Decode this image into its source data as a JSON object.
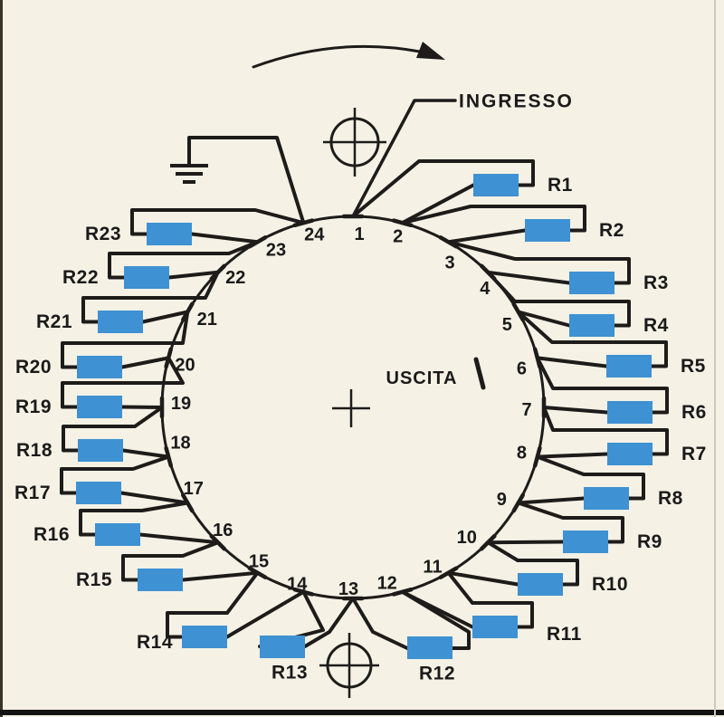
{
  "diagram": {
    "type": "rotary-switch-attenuator-schematic",
    "rotation_direction": "clockwise",
    "input_label": "INGRESSO",
    "output_label": "USCITA",
    "input_contact": "1",
    "grounded_contact": "24",
    "contacts": [
      "1",
      "2",
      "3",
      "4",
      "5",
      "6",
      "7",
      "8",
      "9",
      "10",
      "11",
      "12",
      "13",
      "14",
      "15",
      "16",
      "17",
      "18",
      "19",
      "20",
      "21",
      "22",
      "23",
      "24"
    ],
    "resistors": [
      {
        "label": "R1",
        "from_contact": "1",
        "to_contact": "2"
      },
      {
        "label": "R2",
        "from_contact": "2",
        "to_contact": "3"
      },
      {
        "label": "R3",
        "from_contact": "3",
        "to_contact": "4"
      },
      {
        "label": "R4",
        "from_contact": "4",
        "to_contact": "5"
      },
      {
        "label": "R5",
        "from_contact": "5",
        "to_contact": "6"
      },
      {
        "label": "R6",
        "from_contact": "6",
        "to_contact": "7"
      },
      {
        "label": "R7",
        "from_contact": "7",
        "to_contact": "8"
      },
      {
        "label": "R8",
        "from_contact": "8",
        "to_contact": "9"
      },
      {
        "label": "R9",
        "from_contact": "9",
        "to_contact": "10"
      },
      {
        "label": "R10",
        "from_contact": "10",
        "to_contact": "11"
      },
      {
        "label": "R11",
        "from_contact": "11",
        "to_contact": "12"
      },
      {
        "label": "R12",
        "from_contact": "12",
        "to_contact": "13"
      },
      {
        "label": "R13",
        "from_contact": "13",
        "to_contact": "14"
      },
      {
        "label": "R14",
        "from_contact": "14",
        "to_contact": "15"
      },
      {
        "label": "R15",
        "from_contact": "15",
        "to_contact": "16"
      },
      {
        "label": "R16",
        "from_contact": "16",
        "to_contact": "17"
      },
      {
        "label": "R17",
        "from_contact": "17",
        "to_contact": "18"
      },
      {
        "label": "R18",
        "from_contact": "18",
        "to_contact": "19"
      },
      {
        "label": "R19",
        "from_contact": "19",
        "to_contact": "20"
      },
      {
        "label": "R20",
        "from_contact": "20",
        "to_contact": "21"
      },
      {
        "label": "R21",
        "from_contact": "21",
        "to_contact": "22"
      },
      {
        "label": "R22",
        "from_contact": "22",
        "to_contact": "23"
      },
      {
        "label": "R23",
        "from_contact": "23",
        "to_contact": "24"
      }
    ],
    "colors": {
      "background": "#f5f1e5",
      "line": "#1d1c1a",
      "resistor_fill": "#3e91d2",
      "text": "#1a1a1a"
    }
  }
}
